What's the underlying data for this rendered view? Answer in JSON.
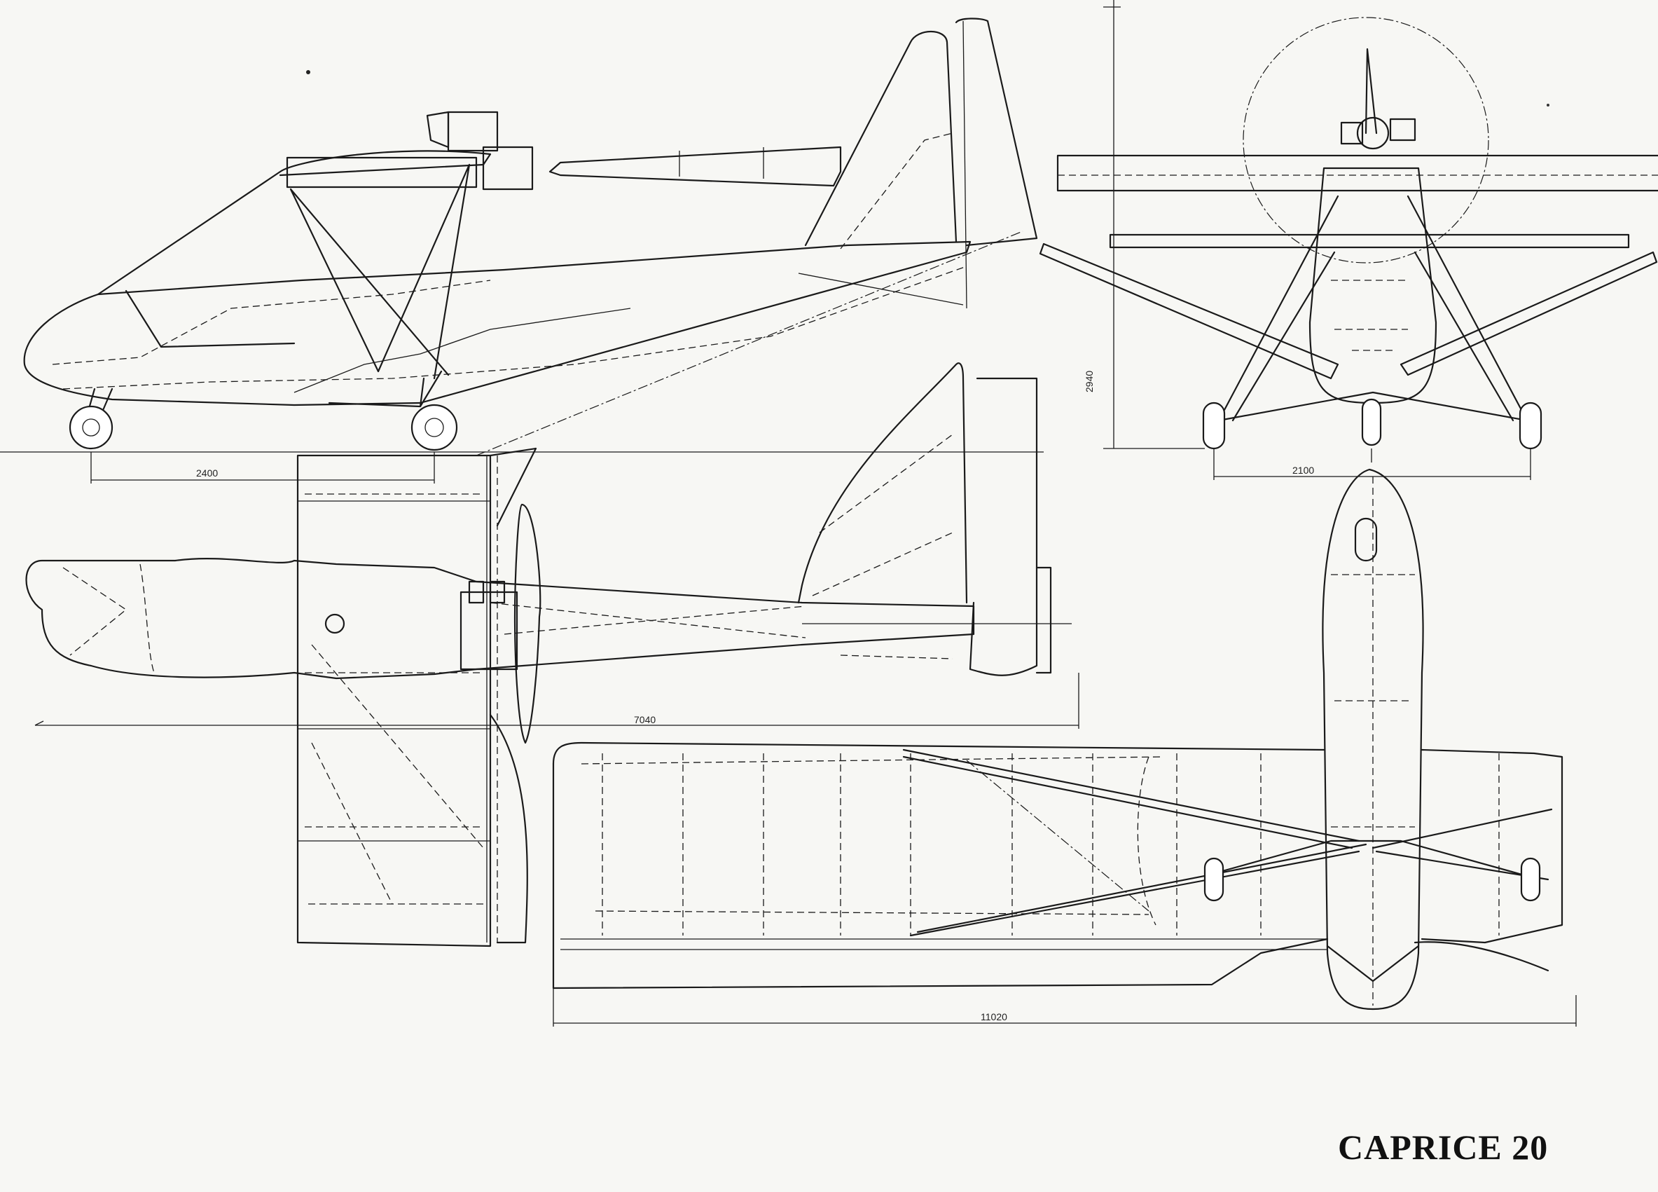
{
  "title": "CAPRICE 20",
  "dimensions": {
    "wheel_base": "2400",
    "track": "2100",
    "height": "2940",
    "length": "7040",
    "span": "11020"
  },
  "colors": {
    "paper": "#f7f7f4",
    "ink": "#1a1a1a"
  }
}
